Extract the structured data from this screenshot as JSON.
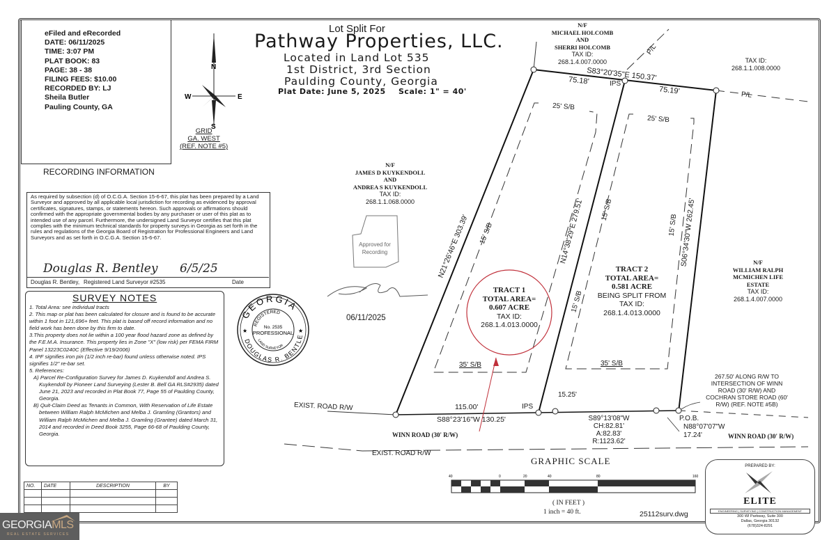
{
  "recording": {
    "lines": [
      "eFiled and eRecorded",
      "DATE:  06/11/2025",
      "TIME:  3:07 PM",
      "PLAT BOOK:  83",
      "PAGE:  38 - 38",
      "FILING FEES:  $10.00",
      "RECORDED BY:  LJ",
      "Sheila Butler",
      "Pauling County, GA"
    ],
    "label": "RECORDING INFORMATION"
  },
  "title": {
    "prefix": "Lot Split For",
    "main": "Pathway Properties, LLC.",
    "line1": "Located in Land Lot 535",
    "line2": "1st District, 3rd Section",
    "line3": "Paulding County, Georgia",
    "plat_date": "Plat Date:  June 5, 2025",
    "scale": "Scale:  1\" = 40'"
  },
  "north_arrow": {
    "n": "N",
    "s": "S",
    "e": "E",
    "w": "W",
    "grid_lines": [
      "GRID",
      "GA. WEST",
      "(REF. NOTE #5)"
    ]
  },
  "certification": {
    "text": "As required by subsection (d) of O.C.G.A. Section 15-6-67, this plat has been prepared by a Land Surveyor and approved by all applicable local jurisdiction for recording as evidenced by approval certificates, signatures, stamps, or statements hereon. Such approvals or affirmations should confirmed with the appropriate governmental bodies by any purchaser or user of this plat as to intended use of any parcel. Furthermore, the undersigned Land Surveyor certifies that this plat complies with the minimum technical standards for property surveys in Georgia as set forth in the rules and regulations of the Georgia Board of Registration for Professional Engineers and Land Surveyors and as set forth in O.C.G.A. Section 15-6-67.",
    "signature": "Douglas R. Bentley",
    "signature_date": "6/5/25",
    "surveyor_name": "Douglas R. Bentley,",
    "surveyor_reg": "Registered Land Surveyor #2535",
    "date_label": "Date"
  },
  "seal": {
    "top": "GEORGIA",
    "inner_top": "REGISTERED",
    "number": "No. 2535",
    "center": "PROFESSIONAL",
    "inner_bottom": "LAND SURVEYOR",
    "bottom": "DOUGLAS R. BENTLEY"
  },
  "survey_notes": {
    "title": "SURVEY NOTES",
    "items": [
      "1. Total Area: see individual tracts",
      "2. This map or plat has been calculated for closure and is found to be accurate within 1 foot in 121,696+ feet. This plat is based off record information and no field work has been done by this firm to date.",
      "3.This property does not lie within a 100 year flood hazard zone as defined by the F.E.M.A. Insurance. This property lies in Zone \"X\" (low risk) per FEMA FIRM Panel 13223C0240C (Effective 9/19/2006)",
      "4. IPF signifies iron pin (1/2 inch re-bar) found unless otherwise noted. IPS signifies 1/2\" re-bar set.",
      "5. References:"
    ],
    "refs": [
      "A)  Parcel Re-Configuration Survey for James D. Kuykendoll and Andrea S. Kuykendoll by Pioneer Land Surveying (Lester B. Bell GA RLS#2935) dated June 21, 2023 and recorded in Plat Book 77, Page 55 of Paulding County, Georgia.",
      "B)  Quit-Claim Deed as Tenants in Common, With Reservation of Life Estate between William Ralph McMichen and Melba J. Gramling (Grantors) and William Ralph McMichen and Melba J. Gramling (Grantee) dated March 31, 2014 and recorded in Deed Book 3255, Page 66-68 of Paulding County, Georgia."
    ]
  },
  "revisions": {
    "headers": [
      "NO.",
      "DATE",
      "DESCRIPTION",
      "BY"
    ],
    "rows": [
      [
        "",
        "",
        "",
        ""
      ],
      [
        "",
        "",
        "",
        ""
      ],
      [
        "",
        "",
        "",
        ""
      ]
    ]
  },
  "owners": {
    "holcomb": {
      "nf": "N/F",
      "name1": "MICHAEL  HOLCOMB",
      "and": "AND",
      "name2": "SHERRI  HOLCOMB",
      "tax_label": "TAX  ID:",
      "tax_id": "268.1.4.007.0000"
    },
    "northeast": {
      "tax_label": "TAX  ID:",
      "tax_id": "268.1.1.008.0000"
    },
    "kuykendoll": {
      "nf": "N/F",
      "name1": "JAMES D  KUYKENDOLL",
      "and": "AND",
      "name2": "ANDREA S  KUYKENDOLL",
      "tax_label": "TAX  ID:",
      "tax_id": "268.1.1.068.0000"
    },
    "mcmichen": {
      "nf": "N/F",
      "name1": "WILLIAM  RALPH",
      "name2": "MCMICHEN  LIFE",
      "name3": "ESTATE",
      "tax_label": "TAX  ID:",
      "tax_id": "268.1.4.007.0000"
    }
  },
  "tracts": {
    "tract1": {
      "name": "TRACT  1",
      "area_label": "TOTAL  AREA=",
      "area": "0.607  ACRE",
      "tax_label": "TAX  ID:",
      "tax_id": "268.1.4.013.0000"
    },
    "tract2": {
      "name": "TRACT  2",
      "area_label": "TOTAL  AREA=",
      "area": "0.581  ACRE",
      "note": "BEING  SPLIT  FROM",
      "tax_label": "TAX  ID:",
      "tax_id": "268.1.4.013.0000"
    }
  },
  "dimensions": {
    "north_bearing": "S83°20'35\"E  150.37'",
    "north_seg1": "75.18'",
    "north_seg2": "75.19'",
    "ips_north": "IPS",
    "pl_label1": "P/L",
    "pl_label2": "P/L",
    "west_line": "N21°26'46\"E  303.39'",
    "middle_line": "N14°38'29\"E  279.51'",
    "east_line": "S06°34'30\"W  262.45'",
    "south_seg1": "115.00'",
    "south_bearing": "S88°23'16\"W  130.25'",
    "ips_south": "IPS",
    "offset": "15.25'",
    "curve_bearing": "S89°13'08\"W",
    "curve_ch": "CH:82.81'",
    "curve_a": "A:82.83'",
    "curve_r": "R:1123.62'",
    "pob": "P.O.B.",
    "pob_bearing": "N88°07'07\"W",
    "pob_dist": "17.24'",
    "sb_25_a": "25'  S/B",
    "sb_25_b": "25'  S/B",
    "sb_15_a": "15'  S/B",
    "sb_15_b": "15'  S/B",
    "sb_15_c": "15'  S/B",
    "sb_15_d": "15'  S/B",
    "sb_35_a": "35'  S/B",
    "sb_35_b": "35'  S/B"
  },
  "roads": {
    "exist_row_north": "EXIST.  ROAD  R/W",
    "exist_row_south": "EXIST.  ROAD  R/W",
    "winn_west": "WINN  ROAD  (30'  R/W)",
    "winn_east": "WINN  ROAD  (30'  R/W)",
    "intersection_note": [
      "267.50'  ALONG  R/W  TO",
      "INTERSECTION  OF  WINN",
      "ROAD  (30'  R/W)  AND",
      "COCHRAN  STORE  ROAD  (60'",
      "R/W)  (REF.  NOTE  #5B)"
    ]
  },
  "stamps": {
    "approved": [
      "Approved for",
      "Recording"
    ],
    "approval_date": "06/11/2025"
  },
  "graphic_scale": {
    "title": "GRAPHIC  SCALE",
    "ticks": [
      "40",
      "0",
      "20",
      "40",
      "80",
      "160"
    ],
    "units": "( IN  FEET )",
    "ratio": "1  inch  =  40   ft."
  },
  "drawing_file": "25112surv.dwg",
  "preparer": {
    "label": "PREPARED BY:",
    "name": "ELITE",
    "tagline": "ENGINEERING | SURVEYING | CONSTRUCTION MANAGEMENT",
    "address1": "300 WI Parkway, Suite 300",
    "address2": "Dallas, Georgia 30132",
    "phone": "(678)324-8291"
  },
  "watermark": {
    "brand_a": "GEORGIA",
    "brand_b": "MLS",
    "sub": "REAL ESTATE SERVICES"
  },
  "colors": {
    "ink": "#1a1a1a",
    "highlight_circle": "#c0303a",
    "watermark_bg": "#5e5e5e",
    "watermark_accent": "#c9a983"
  }
}
